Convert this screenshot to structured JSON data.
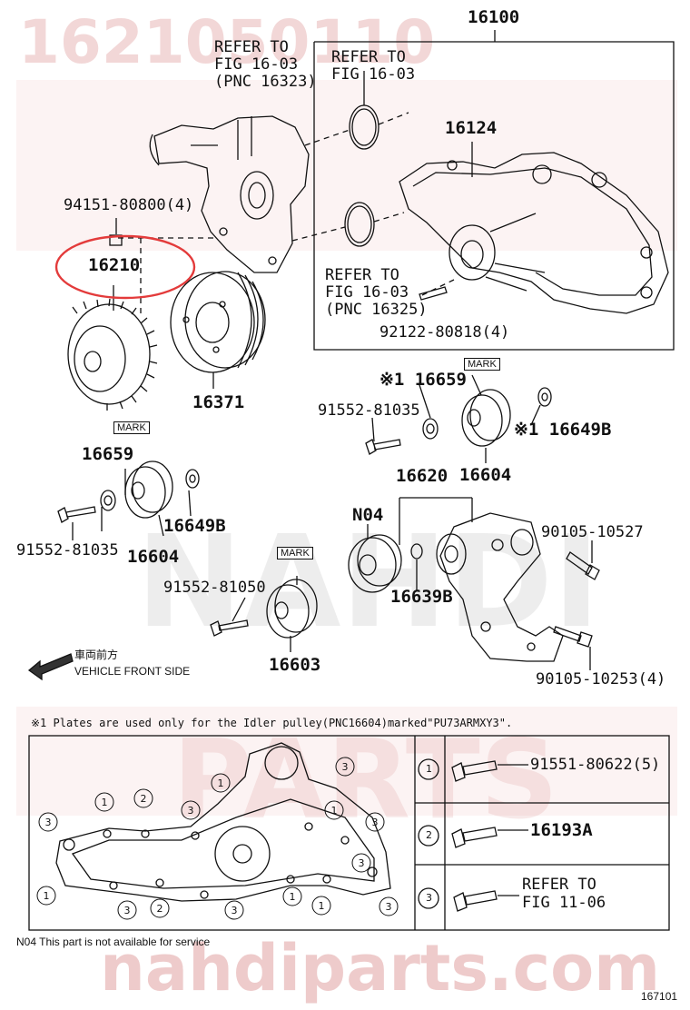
{
  "watermarks": {
    "part_number": "1621050110",
    "nahdi": "NAHDI",
    "parts": "PARTS",
    "site": "nahdiparts.com"
  },
  "labels": {
    "p16100": "16100",
    "refer_a_1": "REFER TO",
    "refer_a_2": "FIG 16-03",
    "refer_a_3": "(PNC 16323)",
    "refer_b_1": "REFER TO",
    "refer_b_2": "FIG 16-03",
    "p16124": "16124",
    "p94151": "94151-80800(4)",
    "p16210": "16210",
    "refer_c_1": "REFER TO",
    "refer_c_2": "FIG 16-03",
    "refer_c_3": "(PNC 16325)",
    "p92122": "92122-80818(4)",
    "p16371": "16371",
    "p16659_top": "※1 16659",
    "mark_top": "MARK",
    "p91552_top": "91552-81035",
    "p16649b_top": "※1 16649B",
    "p16604_top": "16604",
    "mark_left": "MARK",
    "p16659_left": "16659",
    "p16620": "16620",
    "n04": "N04",
    "p90105_10527": "90105-10527",
    "p91552_left": "91552-81035",
    "p16649b_left": "16649B",
    "p16604_left": "16604",
    "mark_mid": "MARK",
    "p91552_81050": "91552-81050",
    "p16639b": "16639B",
    "p16603": "16603",
    "p90105_10253": "90105-10253(4)",
    "front_jp": "車両前方",
    "front_en": "VEHICLE FRONT SIDE",
    "note1": "※1 Plates are used only for the Idler pulley(PNC16604)marked\"PU73ARMXY3\".",
    "n04_note": "N04  This part is not available for service",
    "figure_no": "167101"
  },
  "legend": [
    {
      "num": "1",
      "part": "91551-80622(5)"
    },
    {
      "num": "2",
      "part": "16193A"
    },
    {
      "num": "3",
      "part_line1": "REFER TO",
      "part_line2": "FIG 11-06"
    }
  ],
  "gasket_callouts": [
    "1",
    "2",
    "3",
    "1",
    "3",
    "3",
    "1",
    "3",
    "3",
    "3",
    "2",
    "3",
    "1",
    "1",
    "1",
    "3"
  ]
}
